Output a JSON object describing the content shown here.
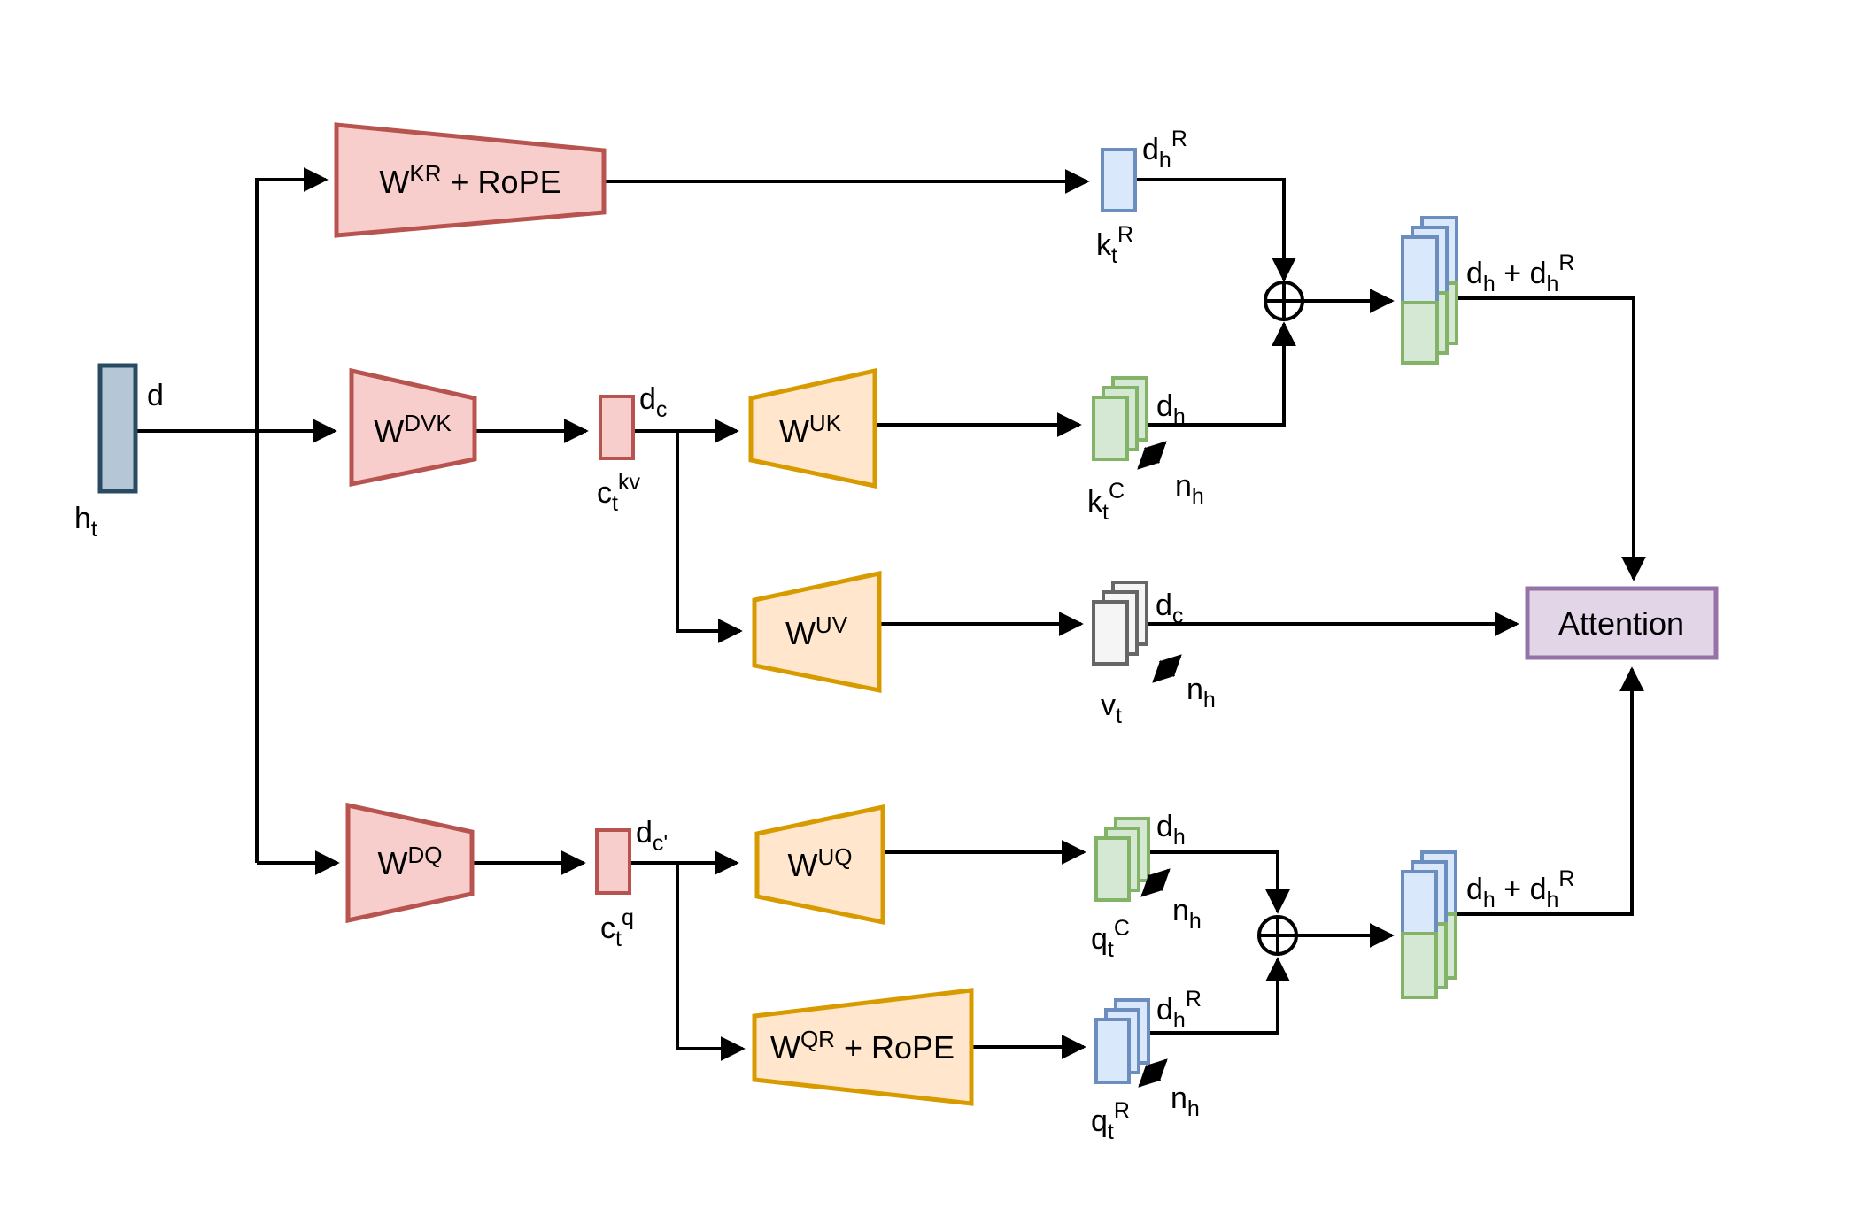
{
  "diagram_type": "mla-attention-architecture",
  "colors": {
    "pink_fill": "#f8cecc",
    "pink_stroke": "#b85450",
    "orange_fill": "#ffe6cc",
    "orange_stroke": "#d79b00",
    "green_fill": "#d5e8d4",
    "green_stroke": "#82b366",
    "blue_fill": "#dae8fc",
    "blue_stroke": "#6c8ebf",
    "gray_fill": "#f5f5f5",
    "gray_stroke": "#666666",
    "purple_fill": "#e1d5e7",
    "purple_stroke": "#9673a6",
    "input_fill": "#b5c6d6",
    "input_stroke": "#294a63",
    "line": "#000000",
    "op_fill": "#ffffff"
  },
  "labels": {
    "d": {
      "base": "d"
    },
    "ht": {
      "base": "h",
      "sub": "t"
    },
    "wkr": {
      "base": "W",
      "sup": "KR",
      "rest": " + RoPE"
    },
    "wdvk": {
      "base": "W",
      "sup": "DVK"
    },
    "wdq": {
      "base": "W",
      "sup": "DQ"
    },
    "wuk": {
      "base": "W",
      "sup": "UK"
    },
    "wuv": {
      "base": "W",
      "sup": "UV"
    },
    "wuq": {
      "base": "W",
      "sup": "UQ"
    },
    "wqr": {
      "base": "W",
      "sup": "QR",
      "rest": " + RoPE"
    },
    "dc": {
      "base": "d",
      "sub": "c"
    },
    "dc_prime": {
      "base": "d",
      "sub": "c'"
    },
    "ctkv": {
      "base": "c",
      "sub": "t",
      "sup": "kv"
    },
    "ctq": {
      "base": "c",
      "sub": "t",
      "sup": "q"
    },
    "dh": {
      "base": "d",
      "sub": "h"
    },
    "dhR": {
      "base": "d",
      "sub": "h",
      "sup": "R"
    },
    "nh": {
      "base": "n",
      "sub": "h"
    },
    "ktR": {
      "base": "k",
      "sub": "t",
      "sup": "R"
    },
    "ktC": {
      "base": "k",
      "sub": "t",
      "sup": "C"
    },
    "vt": {
      "base": "v",
      "sub": "t"
    },
    "qtC": {
      "base": "q",
      "sub": "t",
      "sup": "C"
    },
    "qtR": {
      "base": "q",
      "sub": "t",
      "sup": "R"
    },
    "dh_plus_dhR": {
      "base": "d",
      "sub": "h",
      "mid": " + ",
      "base2": "d",
      "sub2": "h",
      "sup2": "R"
    },
    "attention": "Attention",
    "concat_op": "circle-plus"
  }
}
